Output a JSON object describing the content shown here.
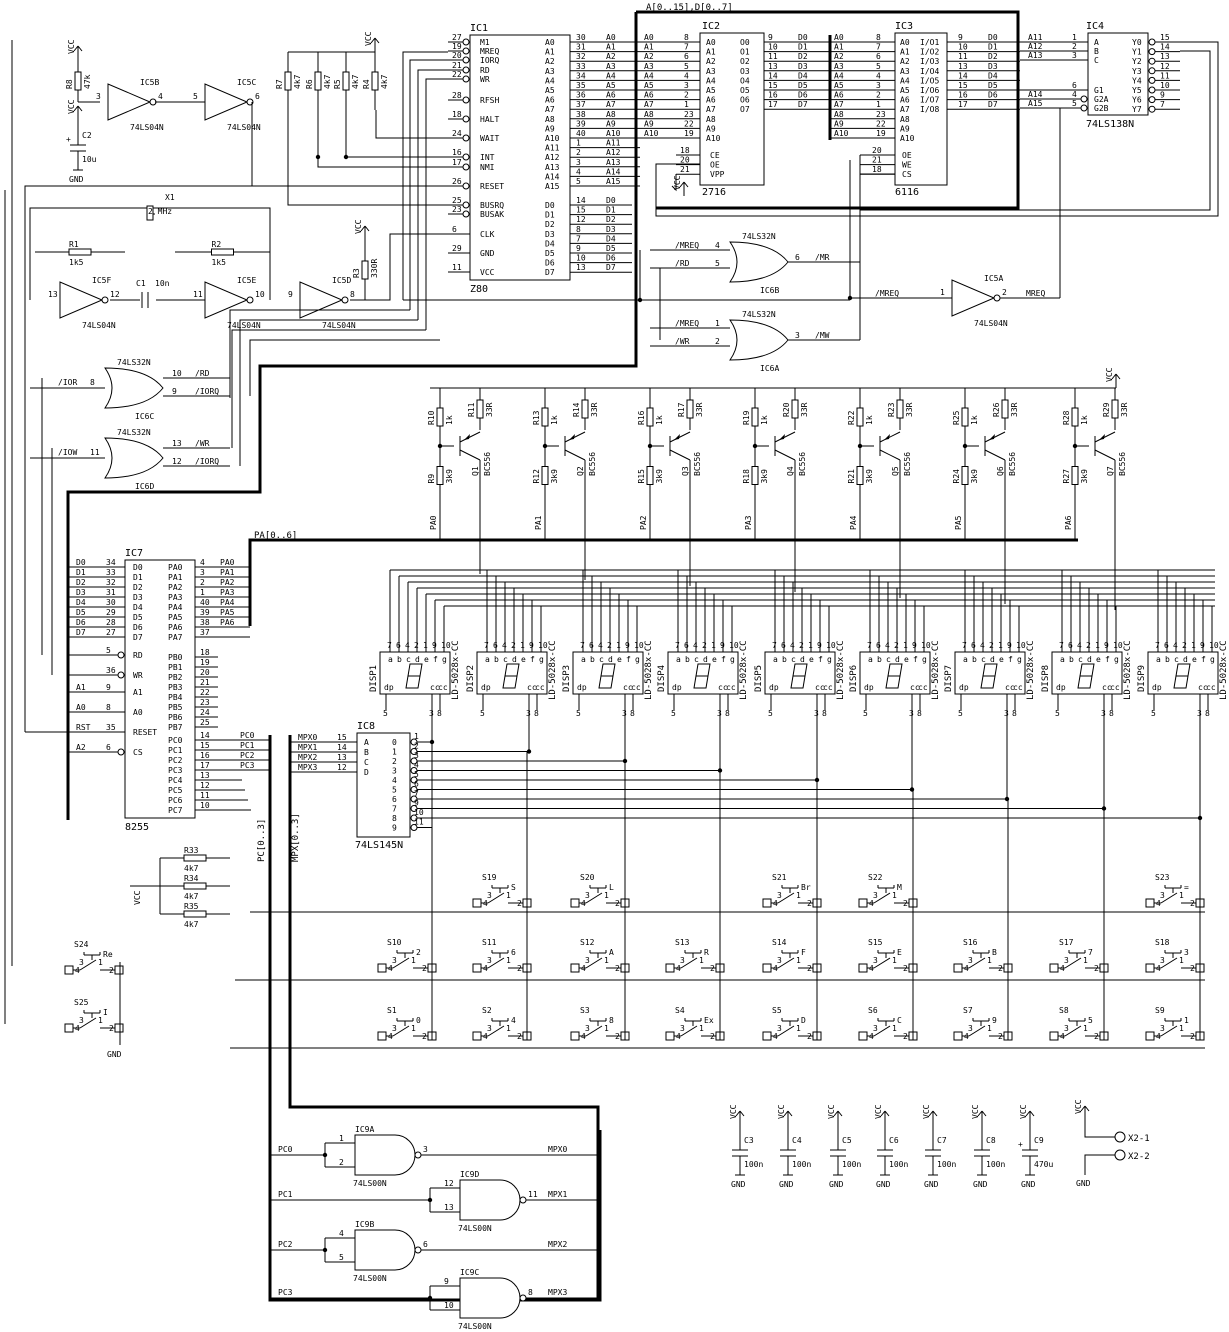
{
  "chips": [
    {
      "id": "IC1",
      "type": "Z80"
    },
    {
      "id": "IC2",
      "type": "2716"
    },
    {
      "id": "IC3",
      "type": "6116"
    },
    {
      "id": "IC4",
      "type": "74LS138N"
    },
    {
      "id": "IC7",
      "type": "8255"
    },
    {
      "id": "IC8",
      "type": "74LS145N"
    }
  ],
  "z80": {
    "left_pins": [
      {
        "n": "27",
        "s": "M1"
      },
      {
        "n": "19",
        "s": "MREQ"
      },
      {
        "n": "20",
        "s": "IORQ"
      },
      {
        "n": "21",
        "s": "RD"
      },
      {
        "n": "22",
        "s": "WR"
      },
      {
        "n": "28",
        "s": "RFSH"
      },
      {
        "n": "18",
        "s": "HALT"
      },
      {
        "n": "24",
        "s": "WAIT"
      },
      {
        "n": "16",
        "s": "INT"
      },
      {
        "n": "17",
        "s": "NMI"
      },
      {
        "n": "26",
        "s": "RESET"
      },
      {
        "n": "25",
        "s": "BUSRQ"
      },
      {
        "n": "23",
        "s": "BUSAK"
      },
      {
        "n": "6",
        "s": "CLK"
      },
      {
        "n": "29",
        "s": "GND"
      },
      {
        "n": "11",
        "s": "VCC"
      }
    ],
    "addr_pins": [
      "30",
      "31",
      "32",
      "33",
      "34",
      "35",
      "36",
      "37",
      "38",
      "39",
      "40",
      "1",
      "2",
      "3",
      "4",
      "5"
    ],
    "data_pins": [
      "14",
      "15",
      "12",
      "8",
      "7",
      "9",
      "10",
      "13"
    ]
  },
  "eprom": {
    "addr_pins": [
      "8",
      "7",
      "6",
      "5",
      "4",
      "3",
      "2",
      "1",
      "23",
      "22",
      "19"
    ],
    "data_pins": [
      "9",
      "10",
      "11",
      "13",
      "14",
      "15",
      "16",
      "17"
    ],
    "ctl": [
      {
        "n": "18",
        "s": "CE"
      },
      {
        "n": "20",
        "s": "OE"
      },
      {
        "n": "21",
        "s": "VPP"
      }
    ]
  },
  "ram": {
    "addr_pins": [
      "8",
      "7",
      "6",
      "5",
      "4",
      "3",
      "2",
      "1",
      "23",
      "22",
      "19"
    ],
    "data_pins": [
      "9",
      "10",
      "11",
      "13",
      "14",
      "15",
      "16",
      "17"
    ],
    "ctl": [
      {
        "n": "20",
        "s": "OE"
      },
      {
        "n": "21",
        "s": "WE"
      },
      {
        "n": "18",
        "s": "CS"
      }
    ]
  },
  "decoder138": {
    "inputs": [
      {
        "n": "1",
        "s": "A",
        "sig": "A11"
      },
      {
        "n": "2",
        "s": "B",
        "sig": "A12"
      },
      {
        "n": "3",
        "s": "C",
        "sig": "A13"
      },
      {
        "n": "6",
        "s": "G1",
        "sig": ""
      },
      {
        "n": "4",
        "s": "G2A",
        "sig": "A14"
      },
      {
        "n": "5",
        "s": "G2B",
        "sig": "A15"
      }
    ],
    "outputs": [
      "15",
      "14",
      "13",
      "12",
      "11",
      "10",
      "9",
      "7"
    ]
  },
  "ppi": {
    "d_pins": [
      "34",
      "33",
      "32",
      "31",
      "30",
      "29",
      "28",
      "27"
    ],
    "pa_pins": [
      "4",
      "3",
      "2",
      "1",
      "40",
      "39",
      "38",
      "37"
    ],
    "pb_pins": [
      "18",
      "19",
      "20",
      "21",
      "22",
      "23",
      "24",
      "25"
    ],
    "pc_pins": [
      "14",
      "15",
      "16",
      "17",
      "13",
      "12",
      "11",
      "10"
    ],
    "ctl": [
      {
        "n": "5",
        "s": "RD",
        "sig": ""
      },
      {
        "n": "36",
        "s": "WR",
        "sig": ""
      },
      {
        "n": "9",
        "s": "A1",
        "sig": "A1"
      },
      {
        "n": "8",
        "s": "A0",
        "sig": "A0"
      },
      {
        "n": "35",
        "s": "RESET",
        "sig": "RST"
      },
      {
        "n": "6",
        "s": "CS",
        "sig": "A2"
      }
    ]
  },
  "bcd145": {
    "in": [
      {
        "n": "15",
        "s": "A",
        "sig": "MPX0"
      },
      {
        "n": "14",
        "s": "B",
        "sig": "MPX1"
      },
      {
        "n": "13",
        "s": "C",
        "sig": "MPX2"
      },
      {
        "n": "12",
        "s": "D",
        "sig": "MPX3"
      }
    ],
    "outputs": [
      "1",
      "2",
      "3",
      "4",
      "5",
      "6",
      "7",
      "9",
      "10",
      "11"
    ]
  },
  "gates": {
    "inverters": [
      {
        "ref": "IC5B",
        "type": "74LS04N",
        "in": "3",
        "out": "4"
      },
      {
        "ref": "IC5C",
        "type": "74LS04N",
        "in": "5",
        "out": "6"
      },
      {
        "ref": "IC5F",
        "type": "74LS04N",
        "in": "13",
        "out": "12"
      },
      {
        "ref": "IC5E",
        "type": "74LS04N",
        "in": "11",
        "out": "10"
      },
      {
        "ref": "IC5D",
        "type": "74LS04N",
        "in": "9",
        "out": "8"
      },
      {
        "ref": "IC5A",
        "type": "74LS04N",
        "in": "1",
        "out": "2",
        "in_sig": "/MREQ",
        "out_sig": "MREQ"
      }
    ],
    "or_gates": [
      {
        "ref": "IC6B",
        "type": "74LS32N",
        "in1": {
          "n": "4",
          "sig": "/MREQ"
        },
        "in2": {
          "n": "5",
          "sig": "/RD"
        },
        "out": {
          "n": "6",
          "sig": "/MR"
        }
      },
      {
        "ref": "IC6A",
        "type": "74LS32N",
        "in1": {
          "n": "1",
          "sig": "/MREQ"
        },
        "in2": {
          "n": "2",
          "sig": "/WR"
        },
        "out": {
          "n": "3",
          "sig": "/MW"
        }
      },
      {
        "ref": "IC6C",
        "type": "74LS32N",
        "in1": {
          "n": "10",
          "sig": "/RD"
        },
        "in2": {
          "n": "9",
          "sig": "/IORQ"
        },
        "out": {
          "n": "8",
          "sig": "/IOR"
        }
      },
      {
        "ref": "IC6D",
        "type": "74LS32N",
        "in1": {
          "n": "13",
          "sig": "/WR"
        },
        "in2": {
          "n": "12",
          "sig": "/IORQ"
        },
        "out": {
          "n": "11",
          "sig": "/IOW"
        }
      }
    ],
    "nand_gates": [
      {
        "ref": "IC9A",
        "type": "74LS00N",
        "in": [
          "1",
          "2"
        ],
        "out": "3",
        "in_sig": "PC0",
        "out_sig": "MPX0"
      },
      {
        "ref": "IC9D",
        "type": "74LS00N",
        "in": [
          "12",
          "13"
        ],
        "out": "11",
        "in_sig": "PC1",
        "out_sig": "MPX1"
      },
      {
        "ref": "IC9B",
        "type": "74LS00N",
        "in": [
          "4",
          "5"
        ],
        "out": "6",
        "in_sig": "PC2",
        "out_sig": "MPX2"
      },
      {
        "ref": "IC9C",
        "type": "74LS00N",
        "in": [
          "9",
          "10"
        ],
        "out": "8",
        "in_sig": "PC3",
        "out_sig": "MPX3"
      }
    ]
  },
  "passives": {
    "pullups": [
      {
        "ref": "R7",
        "val": "4k7"
      },
      {
        "ref": "R6",
        "val": "4k7"
      },
      {
        "ref": "R5",
        "val": "4k7"
      },
      {
        "ref": "R4",
        "val": "4k7"
      }
    ],
    "r8": {
      "ref": "R8",
      "val": "47k"
    },
    "c2": {
      "ref": "C2",
      "val": "10u"
    },
    "r1": {
      "ref": "R1",
      "val": "1k5"
    },
    "r2": {
      "ref": "R2",
      "val": "1k5"
    },
    "c1": {
      "ref": "C1",
      "val": "10n"
    },
    "r3": {
      "ref": "R3",
      "val": "330R"
    },
    "x1": {
      "ref": "X1",
      "val": "2 MHz"
    },
    "kp_res": [
      {
        "ref": "R33",
        "val": "4k7"
      },
      {
        "ref": "R34",
        "val": "4k7"
      },
      {
        "ref": "R35",
        "val": "4k7"
      }
    ],
    "caps": [
      {
        "ref": "C3",
        "val": "100n"
      },
      {
        "ref": "C4",
        "val": "100n"
      },
      {
        "ref": "C5",
        "val": "100n"
      },
      {
        "ref": "C6",
        "val": "100n"
      },
      {
        "ref": "C7",
        "val": "100n"
      },
      {
        "ref": "C8",
        "val": "100n"
      },
      {
        "ref": "C9",
        "val": "470u"
      }
    ]
  },
  "drivers": [
    {
      "rb": "R10",
      "rp": "R11",
      "rd": "R9",
      "q": "Q1",
      "pa": "PA0"
    },
    {
      "rb": "R13",
      "rp": "R14",
      "rd": "R12",
      "q": "Q2",
      "pa": "PA1"
    },
    {
      "rb": "R16",
      "rp": "R17",
      "rd": "R15",
      "q": "Q3",
      "pa": "PA2"
    },
    {
      "rb": "R19",
      "rp": "R20",
      "rd": "R18",
      "q": "Q4",
      "pa": "PA3"
    },
    {
      "rb": "R22",
      "rp": "R23",
      "rd": "R21",
      "q": "Q5",
      "pa": "PA4"
    },
    {
      "rb": "R25",
      "rp": "R26",
      "rd": "R24",
      "q": "Q6",
      "pa": "PA5"
    },
    {
      "rb": "R28",
      "rp": "R29",
      "rd": "R27",
      "q": "Q7",
      "pa": "PA6"
    }
  ],
  "driver_vals": {
    "rb": "1k",
    "rp": "33R",
    "rd": "3k9",
    "q": "BC556"
  },
  "displays": {
    "refs": [
      "DISP1",
      "DISP2",
      "DISP3",
      "DISP4",
      "DISP5",
      "DISP6",
      "DISP7",
      "DISP8",
      "DISP9"
    ],
    "type": "LD-5028x-CC",
    "top_pins": [
      "7",
      "6",
      "4",
      "2",
      "1",
      "9",
      "10"
    ],
    "top_names": [
      "a",
      "b",
      "c",
      "d",
      "e",
      "f",
      "g"
    ],
    "bot_pins": [
      "5",
      "3",
      "8"
    ],
    "bot_names": [
      "dp",
      "cc",
      "cc"
    ]
  },
  "keys": {
    "row1": [
      {
        "ref": "S19",
        "lab": "S",
        "col": 1
      },
      {
        "ref": "S20",
        "lab": "L",
        "col": 2
      },
      {
        "ref": "S21",
        "lab": "Br",
        "col": 4
      },
      {
        "ref": "S22",
        "lab": "M",
        "col": 5
      },
      {
        "ref": "S23",
        "lab": "=",
        "col": 8
      }
    ],
    "row2": [
      {
        "ref": "S10",
        "lab": "2",
        "col": 0
      },
      {
        "ref": "S11",
        "lab": "6",
        "col": 1
      },
      {
        "ref": "S12",
        "lab": "A",
        "col": 2
      },
      {
        "ref": "S13",
        "lab": "R",
        "col": 3
      },
      {
        "ref": "S14",
        "lab": "F",
        "col": 4
      },
      {
        "ref": "S15",
        "lab": "E",
        "col": 5
      },
      {
        "ref": "S16",
        "lab": "B",
        "col": 6
      },
      {
        "ref": "S17",
        "lab": "7",
        "col": 7
      },
      {
        "ref": "S18",
        "lab": "3",
        "col": 8
      }
    ],
    "row3": [
      {
        "ref": "S1",
        "lab": "0",
        "col": 0
      },
      {
        "ref": "S2",
        "lab": "4",
        "col": 1
      },
      {
        "ref": "S3",
        "lab": "8",
        "col": 2
      },
      {
        "ref": "S4",
        "lab": "Ex",
        "col": 3
      },
      {
        "ref": "S5",
        "lab": "D",
        "col": 4
      },
      {
        "ref": "S6",
        "lab": "C",
        "col": 5
      },
      {
        "ref": "S7",
        "lab": "9",
        "col": 6
      },
      {
        "ref": "S8",
        "lab": "5",
        "col": 7
      },
      {
        "ref": "S9",
        "lab": "1",
        "col": 8
      }
    ],
    "s24": {
      "ref": "S24",
      "lab": "Re"
    },
    "s25": {
      "ref": "S25",
      "lab": "I"
    }
  },
  "connector": {
    "pins": [
      "X2-1",
      "X2-2"
    ]
  },
  "text": {
    "bus_top": "A[0..15],D[0..7]",
    "bus_pa": "PA[0..6]",
    "bus_pc": "PC[0..3]",
    "bus_mpx": "MPX[0..3]",
    "vcc": "VCC",
    "gnd": "GND",
    "rst": "RST",
    "mreq_n": "/MREQ",
    "mreq": "MREQ",
    "clk": "CLK",
    "ce": "CE",
    "oe": "OE",
    "vpp": "VPP",
    "we": "WE",
    "cs": "CS"
  }
}
